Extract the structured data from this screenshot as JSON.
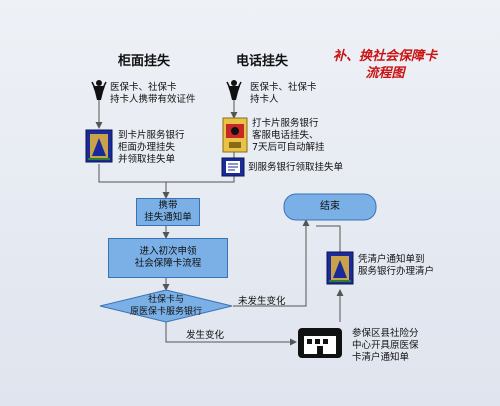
{
  "title_line1": "补、换社会保障卡",
  "title_line2": "流程图",
  "col_counter": "柜面挂失",
  "col_phone": "电话挂失",
  "counter_step1": [
    "医保卡、社保卡",
    "持卡人携带有效证件"
  ],
  "counter_step2": [
    "到卡片服务银行",
    "柜面办理挂失",
    "并领取挂失单"
  ],
  "phone_step1": [
    "医保卡、社保卡",
    "持卡人"
  ],
  "phone_step2": [
    "打卡片服务银行",
    "客服电话挂失、",
    "7天后可自动解挂"
  ],
  "phone_step3": "到服务银行领取挂失单",
  "bring_box": [
    "携带",
    "挂失通知单"
  ],
  "enter_box": [
    "进入初次申领",
    "社会保障卡流程"
  ],
  "diamond": [
    "社保卡与",
    "原医保卡服务银行"
  ],
  "no_change": "未发生变化",
  "changed": "发生变化",
  "end_label": "结束",
  "clear_step": [
    "凭清户通知单到",
    "服务银行办理清户"
  ],
  "district_step": [
    "参保区县社险分",
    "中心开具原医保",
    "卡清户通知单"
  ],
  "icons": [
    "person-icon",
    "bank-icon",
    "phone-icon",
    "document-icon",
    "office-icon"
  ],
  "colors": {
    "box_fill": "#7ab0e6",
    "box_border": "#3a72b6",
    "title": "#c81414",
    "line": "#555555"
  }
}
